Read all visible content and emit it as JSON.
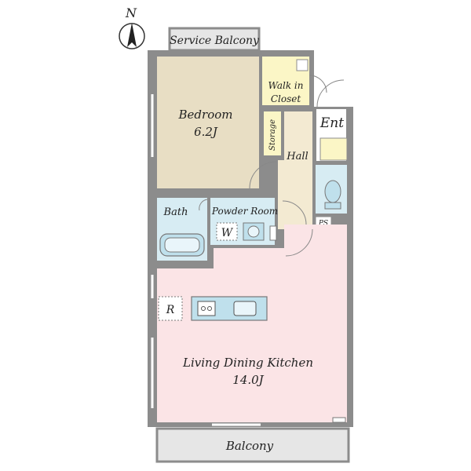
{
  "compass": {
    "label": "N"
  },
  "rooms": {
    "service_balcony": {
      "label": "Service Balcony",
      "color": "#e6e6e6"
    },
    "bedroom": {
      "label": "Bedroom",
      "size": "6.2J",
      "color": "#e8dec4"
    },
    "walk_in_closet": {
      "line1": "Walk in",
      "line2": "Closet",
      "color": "#fbf6c6"
    },
    "storage": {
      "label": "Storage",
      "color": "#fbf6c6"
    },
    "hall": {
      "label": "Hall",
      "color": "#f3ead2"
    },
    "entrance": {
      "label": "Ent",
      "color": "#ffffff"
    },
    "bath": {
      "label": "Bath",
      "color": "#d7ecf3"
    },
    "powder_room": {
      "label": "Powder Room",
      "color": "#d7ecf3"
    },
    "washer": {
      "label": "W"
    },
    "pipe_space": {
      "label": "PS"
    },
    "refrigerator": {
      "label": "R"
    },
    "ldk": {
      "label": "Living Dining Kitchen",
      "size": "14.0J",
      "color": "#fbe4e6"
    },
    "balcony": {
      "label": "Balcony",
      "color": "#e6e6e6"
    }
  },
  "colors": {
    "wall": "#8c8c8c",
    "fixture_blue": "#bfe0ec"
  }
}
